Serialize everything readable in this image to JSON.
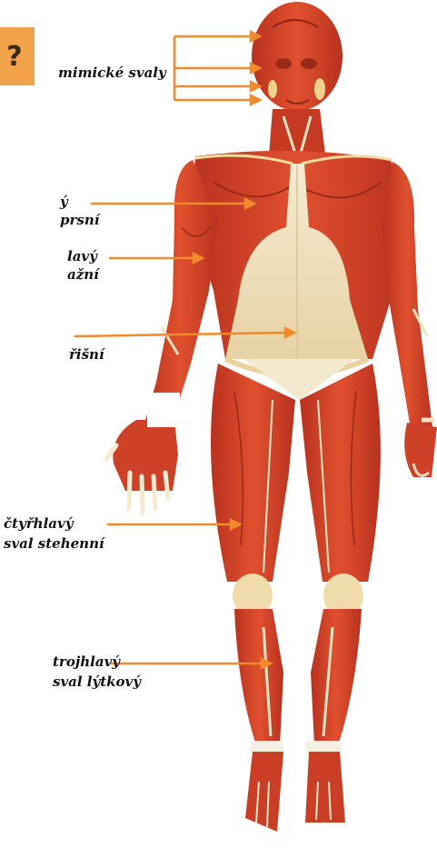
{
  "question_mark": "?",
  "labels": {
    "facial": "mimické svaly",
    "pectoral_1": "ý",
    "pectoral_2": "prsní",
    "biceps_1": "lavý",
    "biceps_2": "ažní",
    "abdominal": "řišní",
    "quadriceps_1": "čtyřhlavý",
    "quadriceps_2": "sval stehenní",
    "calf_1": "trojhlavý",
    "calf_2": "sval lýtkový"
  },
  "colors": {
    "muscle": "#d8472a",
    "muscle_dark": "#a82a18",
    "tendon": "#f1e3c2",
    "arrow": "#f08a2a",
    "badge": "#f2a24a"
  }
}
